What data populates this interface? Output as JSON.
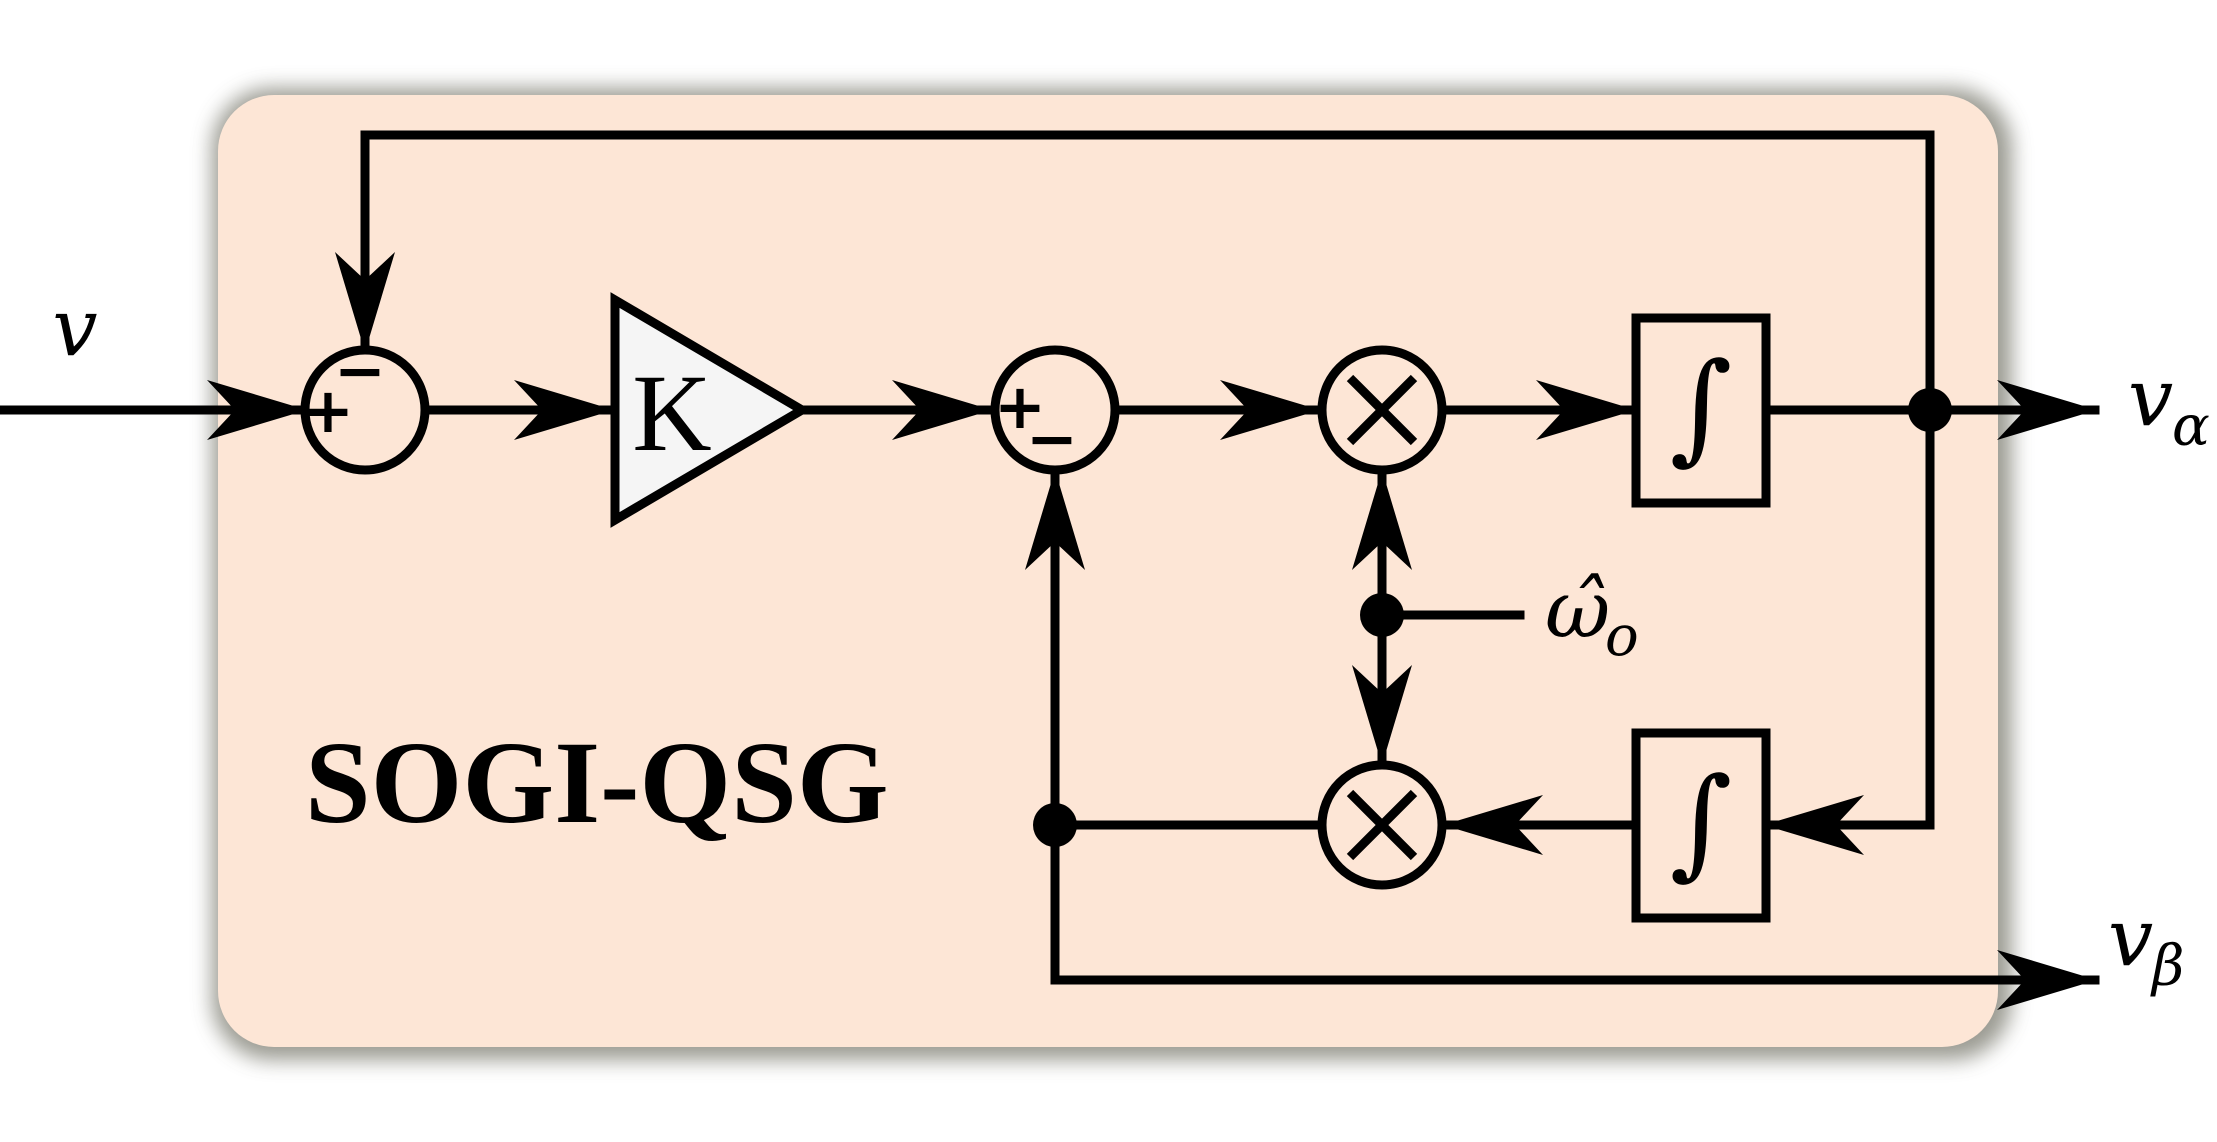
{
  "diagram": {
    "title": "SOGI-QSG",
    "input_label": "v",
    "output_alpha_label": "v",
    "output_alpha_subscript": "α",
    "output_beta_label": "v",
    "output_beta_subscript": "β",
    "frequency_label": "ω̂",
    "frequency_subscript": "o",
    "gain_label": "K",
    "integrator_symbol": "∫",
    "multiplier_symbol": "×",
    "sum1_signs": {
      "plus": "+",
      "minus": "−"
    },
    "sum2_signs": {
      "plus": "+",
      "minus": "−"
    }
  },
  "colors": {
    "block_fill": "#fde6d6",
    "shadow": "#8a8a80",
    "stroke": "#000000",
    "gain_fill": "#f5f5f5"
  }
}
